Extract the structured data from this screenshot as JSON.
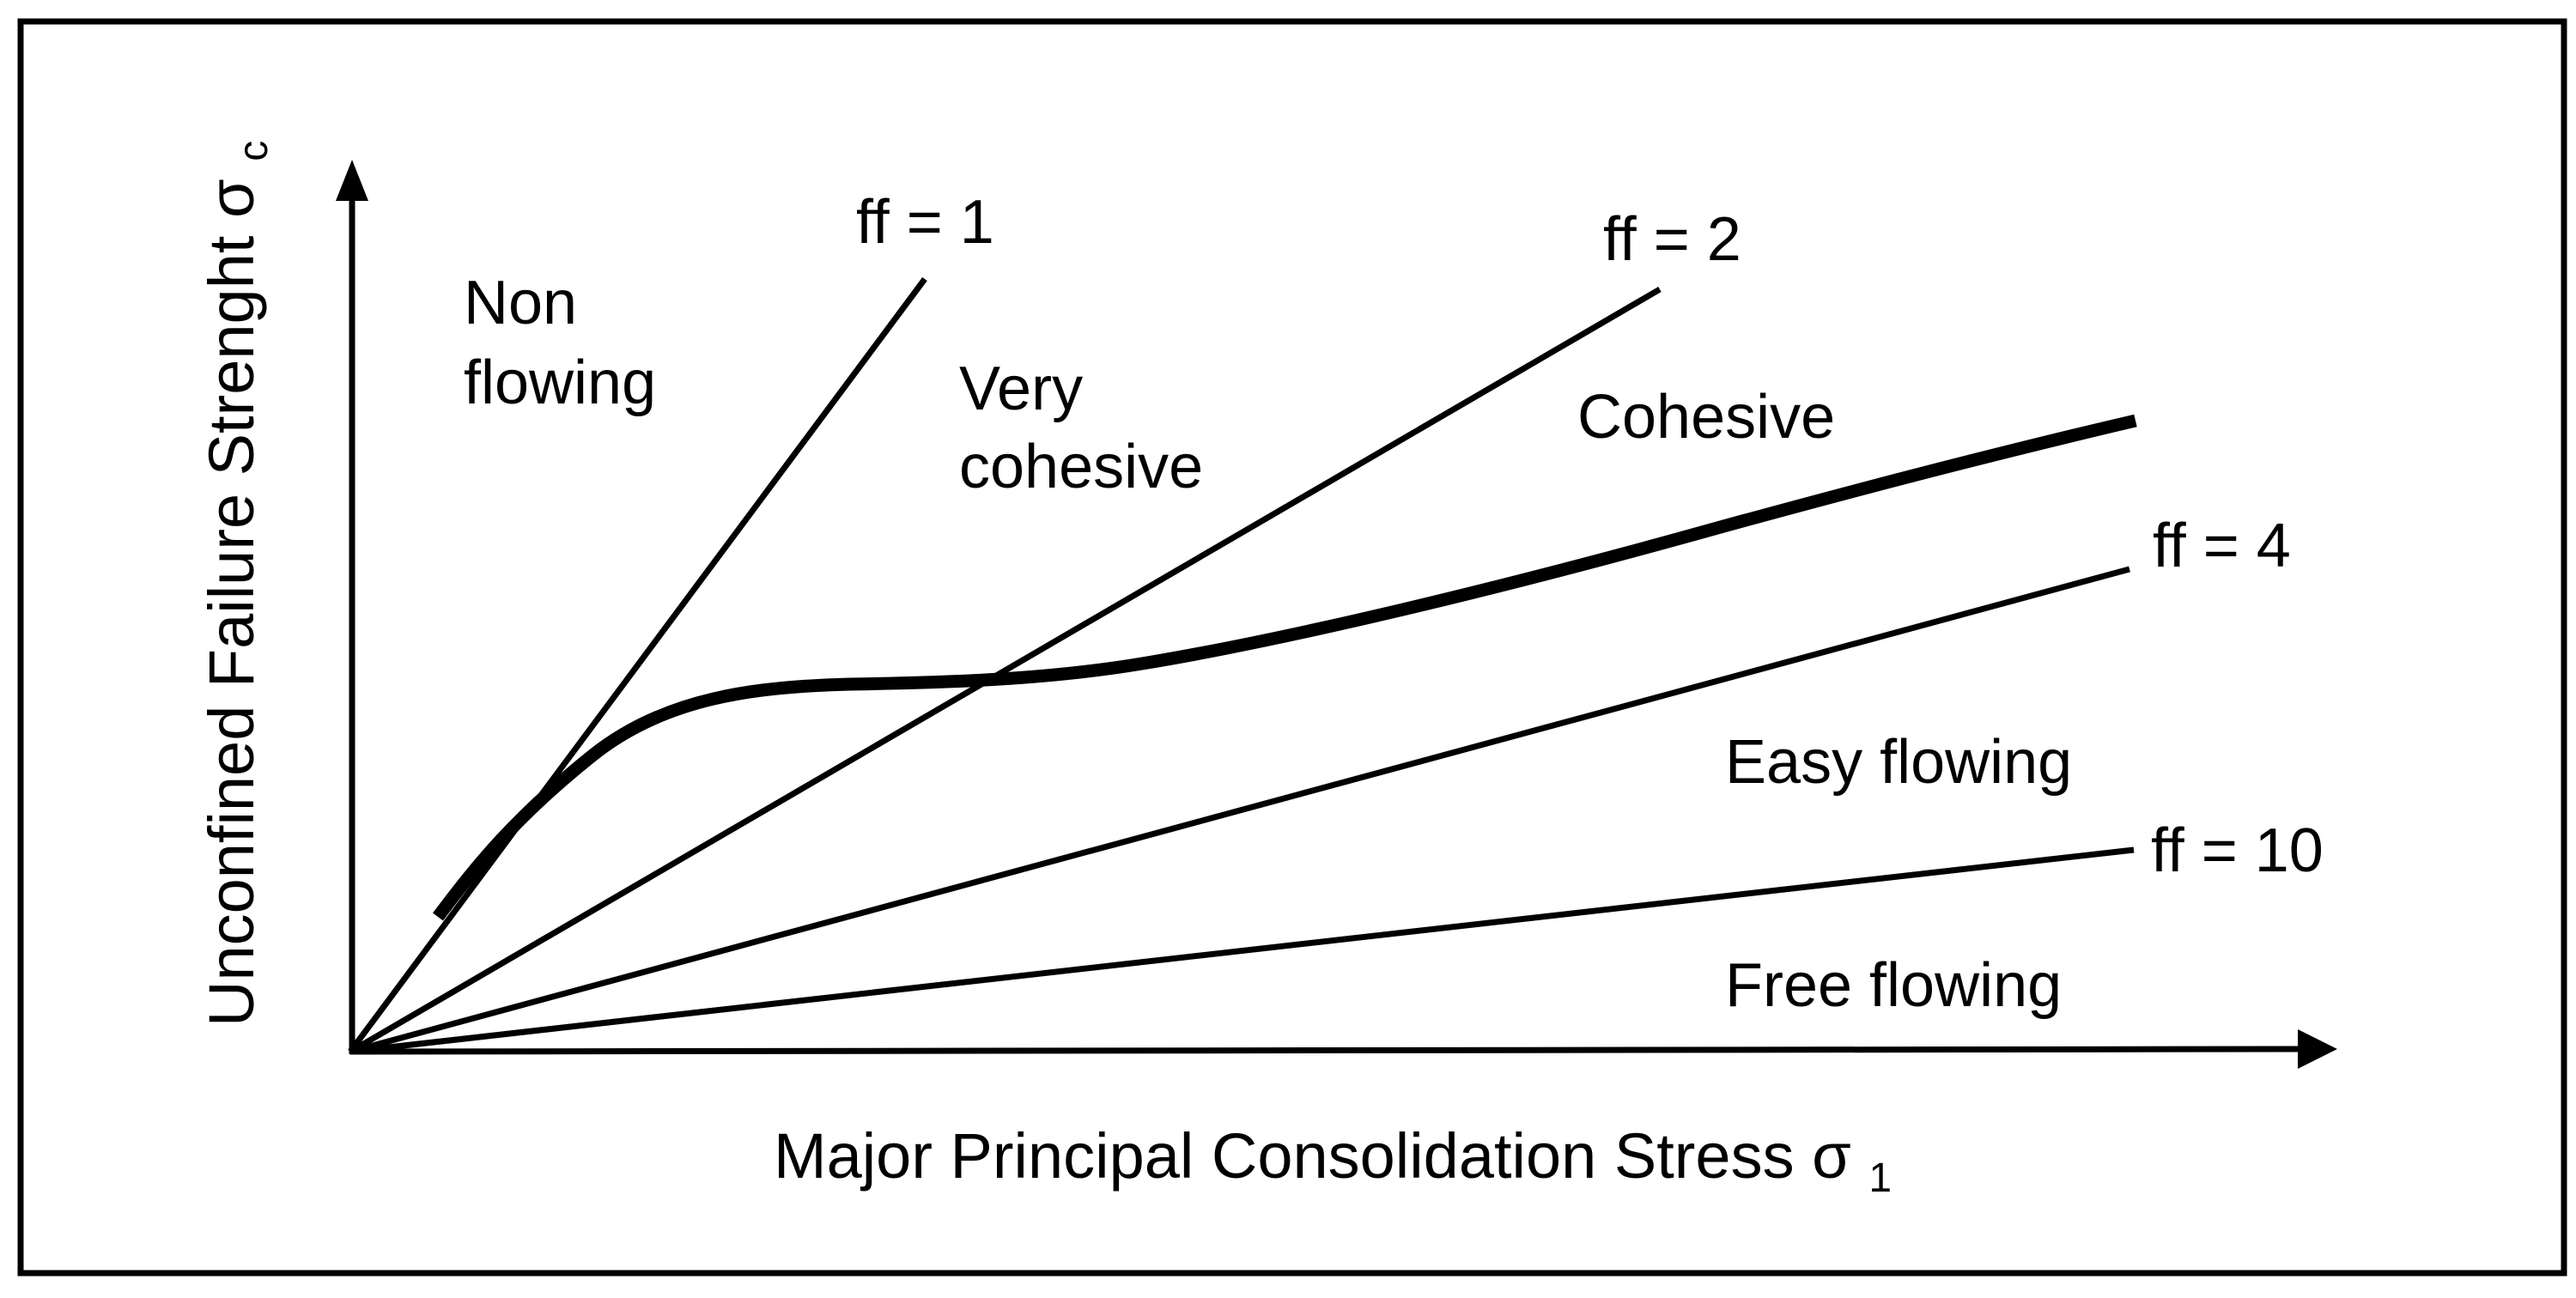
{
  "figure": {
    "background_color": "#ffffff",
    "stroke_color": "#000000",
    "y_axis": {
      "label": "Unconfined Failure Strenght σc",
      "text": "Unconfined Failure Strenght σ",
      "subscript": "c"
    },
    "x_axis": {
      "label": "Major Principal Consolidation Stress σ1",
      "text": "Major Principal Consolidation Stress σ",
      "subscript": "1"
    },
    "ff_lines": [
      {
        "id": "ff1",
        "label": "ff = 1"
      },
      {
        "id": "ff2",
        "label": "ff = 2"
      },
      {
        "id": "ff4",
        "label": "ff = 4"
      },
      {
        "id": "ff10",
        "label": "ff = 10"
      }
    ],
    "regions": [
      {
        "label": "Non flowing",
        "lines": [
          "Non",
          "flowing"
        ]
      },
      {
        "label": "Very cohesive",
        "lines": [
          "Very",
          "cohesive"
        ]
      },
      {
        "label": "Cohesive",
        "lines": [
          "Cohesive"
        ]
      },
      {
        "label": "Easy flowing",
        "lines": [
          "Easy flowing"
        ]
      },
      {
        "label": "Free flowing",
        "lines": [
          "Free flowing"
        ]
      }
    ],
    "curve_name": "material flow function curve"
  },
  "chart_data": {
    "type": "line",
    "title": "",
    "xlabel": "Major Principal Consolidation Stress σ1",
    "ylabel": "Unconfined Failure Strenght σc",
    "axis_style": "qualitative arrows, no ticks, no gridlines, black on white",
    "legend_position": "none",
    "xlim_rel": [
      0,
      1
    ],
    "ylim_rel": [
      0,
      1
    ],
    "series": [
      {
        "name": "ff = 1",
        "role": "flow-factor boundary (Non flowing / Very cohesive)",
        "slope_rel": 3.0,
        "points_rel": [
          [
            0,
            0
          ],
          [
            0.29,
            0.87
          ]
        ]
      },
      {
        "name": "ff = 2",
        "role": "flow-factor boundary (Very cohesive / Cohesive)",
        "slope_rel": 1.3,
        "points_rel": [
          [
            0,
            0
          ],
          [
            0.66,
            0.86
          ]
        ]
      },
      {
        "name": "ff = 4",
        "role": "flow-factor boundary (Cohesive / Easy flowing)",
        "slope_rel": 0.6,
        "points_rel": [
          [
            0,
            0
          ],
          [
            0.9,
            0.54
          ]
        ]
      },
      {
        "name": "ff = 10",
        "role": "flow-factor boundary (Easy flowing / Free flowing)",
        "slope_rel": 0.25,
        "points_rel": [
          [
            0,
            0
          ],
          [
            0.9,
            0.23
          ]
        ]
      },
      {
        "name": "flow function curve",
        "role": "thick S-shaped material flow function",
        "points_rel": [
          [
            0.044,
            0.152
          ],
          [
            0.083,
            0.26
          ],
          [
            0.122,
            0.333
          ],
          [
            0.252,
            0.414
          ],
          [
            0.399,
            0.437
          ],
          [
            0.52,
            0.49
          ],
          [
            0.689,
            0.589
          ],
          [
            0.899,
            0.71
          ]
        ]
      }
    ],
    "region_labels": [
      "Non flowing",
      "Very cohesive",
      "Cohesive",
      "Easy flowing",
      "Free flowing"
    ]
  }
}
